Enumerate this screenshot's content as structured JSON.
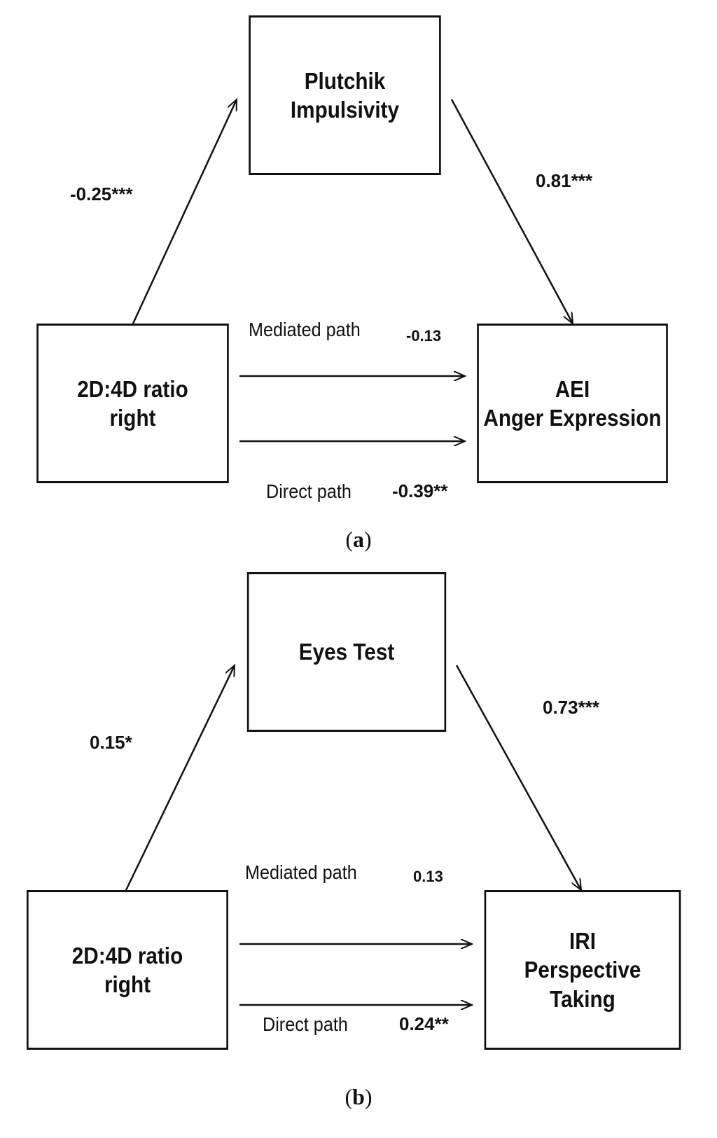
{
  "panels": [
    {
      "caption_open": "(",
      "caption_letter": "a",
      "caption_close": ")",
      "mediator_lines": [
        "Plutchik",
        "Impulsivity"
      ],
      "predictor_lines": [
        "2D:4D ratio",
        "right"
      ],
      "outcome_lines": [
        "AEI",
        "Anger Expression"
      ],
      "path_a_coef": "-0.25***",
      "path_b_coef": "0.81***",
      "mediated_label": "Mediated path",
      "mediated_coef": "-0.13",
      "direct_label": "Direct path",
      "direct_coef": "-0.39**"
    },
    {
      "caption_open": "(",
      "caption_letter": "b",
      "caption_close": ")",
      "mediator_lines": [
        "Eyes Test"
      ],
      "predictor_lines": [
        "2D:4D ratio",
        "right"
      ],
      "outcome_lines": [
        "IRI",
        "Perspective",
        "Taking"
      ],
      "path_a_coef": "0.15*",
      "path_b_coef": "0.73***",
      "mediated_label": "Mediated path",
      "mediated_coef": "0.13",
      "direct_label": "Direct path",
      "direct_coef": "0.24**"
    }
  ]
}
